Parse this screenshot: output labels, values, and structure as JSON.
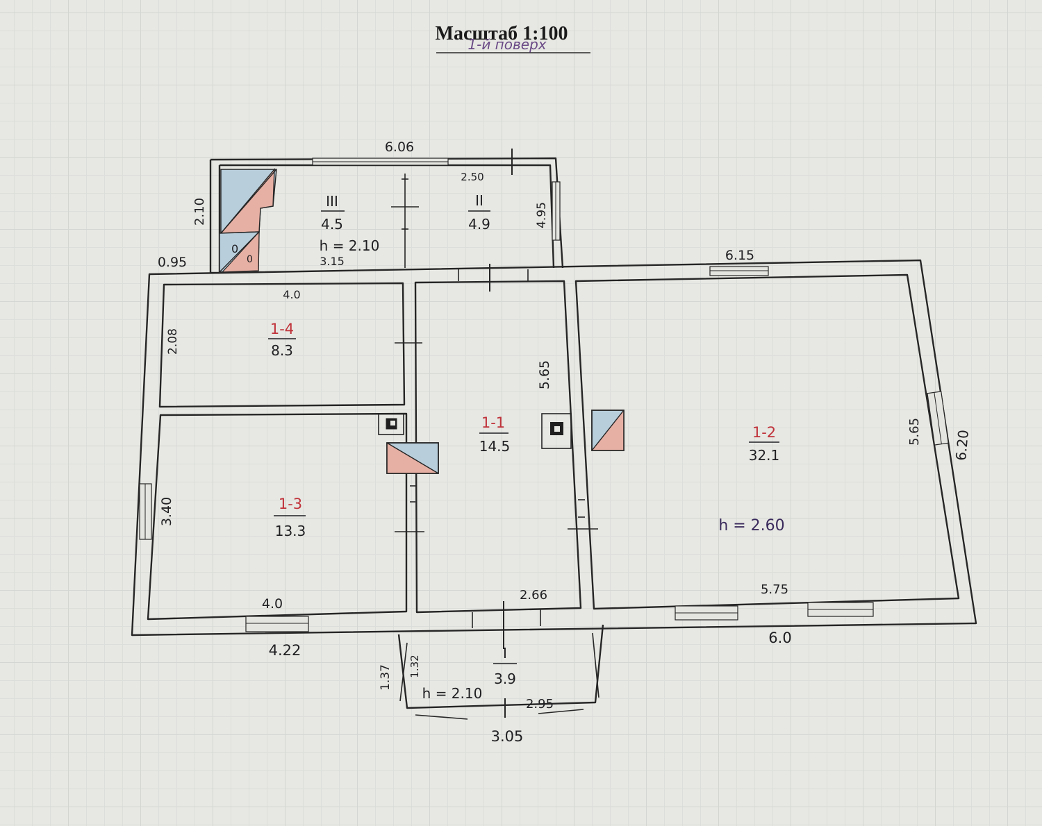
{
  "title": "Масштаб 1:100",
  "subtitle": "1-й поверх",
  "colors": {
    "stair_pink": "#e7b0a4",
    "stair_blue": "#b8cedb",
    "room_label_red": "#c0323a"
  },
  "rooms": [
    {
      "id": "III",
      "area": "4.5",
      "height": "h = 2.10"
    },
    {
      "id": "II",
      "area": "4.9"
    },
    {
      "id": "1-4",
      "area": "8.3"
    },
    {
      "id": "1-1",
      "area": "14.5"
    },
    {
      "id": "1-2",
      "area": "32.1",
      "height": "h = 2.60"
    },
    {
      "id": "1-3",
      "area": "13.3"
    },
    {
      "id": "I",
      "area": "3.9",
      "height": "h = 2.10"
    }
  ],
  "dimensions": {
    "top_annex": "6.06",
    "annex_inner": "2.50",
    "annex_left": "2.10",
    "annex_right": "4.95",
    "annex_bottom": "3.15",
    "left_step": "0.95",
    "main_top": "6.15",
    "r14_top": "4.0",
    "r14_side": "2.08",
    "r11_side": "5.65",
    "r12_side": "5.65",
    "right_outer": "6.20",
    "r13_side": "3.40",
    "r13_bottom": "4.0",
    "outer_bottom_left": "4.22",
    "r11_bottom": "2.66",
    "r12_bottom": "5.75",
    "outer_bottom_right": "6.0",
    "porch_left_outer": "1.37",
    "porch_left_inner": "1.32",
    "porch_inner_bottom": "2.95",
    "porch_bottom": "3.05"
  }
}
